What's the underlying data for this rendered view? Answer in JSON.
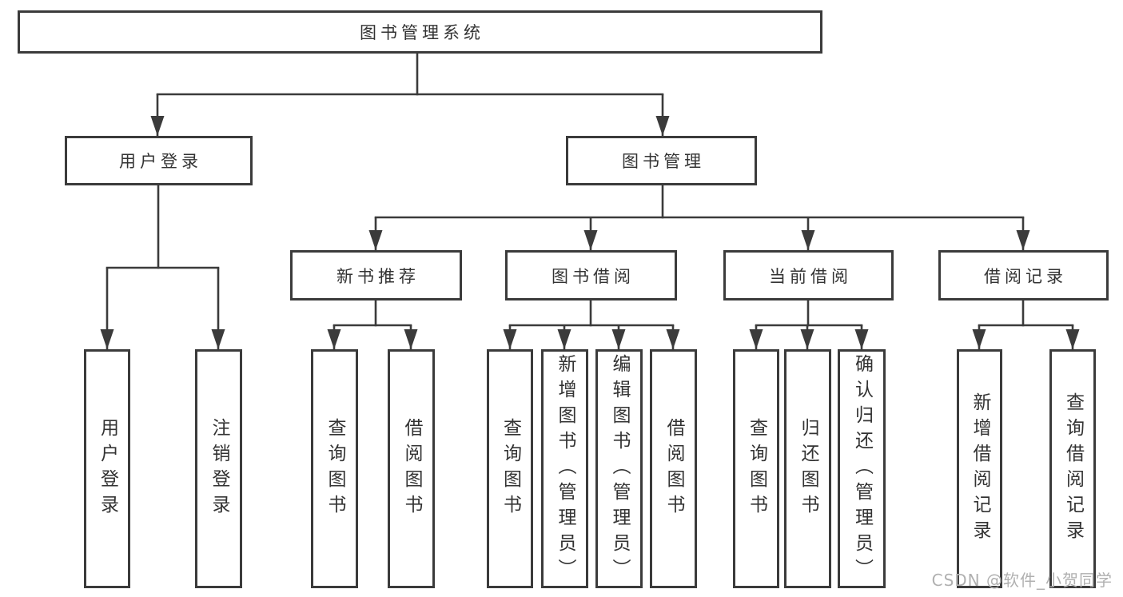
{
  "title": {
    "label": "图书管理系统"
  },
  "branches": {
    "user_login": {
      "label": "用户登录",
      "leaves": [
        "用户登录",
        "注销登录"
      ]
    },
    "book_mgmt": {
      "label": "图书管理"
    }
  },
  "groups": [
    {
      "label": "新书推荐",
      "leaves": [
        "查询图书",
        "借阅图书"
      ]
    },
    {
      "label": "图书借阅",
      "leaves": [
        "查询图书",
        "新增图书（管理员）",
        "编辑图书（管理员）",
        "借阅图书"
      ]
    },
    {
      "label": "当前借阅",
      "leaves": [
        "查询图书",
        "归还图书",
        "确认归还（管理员）"
      ]
    },
    {
      "label": "借阅记录",
      "leaves": [
        "新增借阅记录",
        "查询借阅记录"
      ]
    }
  ],
  "watermark": {
    "text": "CSDN @软件_小贺同学"
  },
  "colors": {
    "line": "#3b3b3b",
    "text": "#333333",
    "background": "#ffffff",
    "watermark": "#b0b0b0"
  }
}
